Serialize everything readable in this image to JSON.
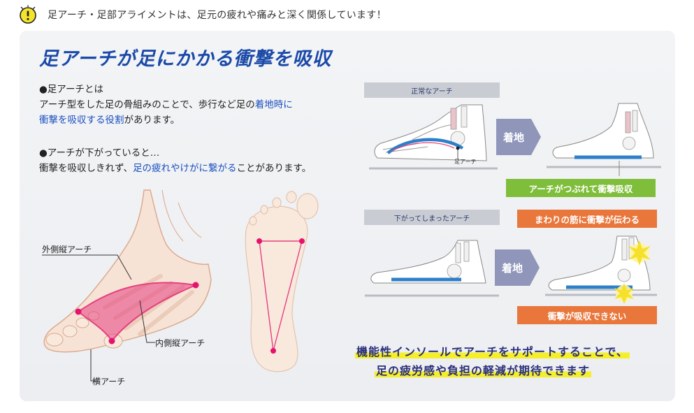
{
  "notice": {
    "icon": "exclamation-circle-icon",
    "text": "足アーチ・足部アライメントは、足元の疲れや痛みと深く関係しています！"
  },
  "title": "足アーチが足にかかる衝撃を吸収",
  "explanation": {
    "q1_heading": "●足アーチとは",
    "q1_line1_a": "アーチ型をした足の骨組みのことで、歩行など足の",
    "q1_line1_hl": "着地時に",
    "q1_line2_hl": "衝撃を吸収する役割",
    "q1_line2_b": "があります。",
    "q2_heading": "●アーチが下がっていると…",
    "q2_line_a": "衝撃を吸収しきれず、",
    "q2_line_hl": "足の疲れやけがに繋がる",
    "q2_line_b": "ことがあります。"
  },
  "foot_labels": {
    "lateral": "外側縦アーチ",
    "medial": "内側縦アーチ",
    "transverse": "横アーチ"
  },
  "normal": {
    "tab": "正常なアーチ",
    "arch_label": "足アーチ",
    "landing": "着地",
    "result": "アーチがつぶれて衝撃吸収"
  },
  "flat": {
    "tab": "下がってしまったアーチ",
    "landing": "着地",
    "top_result": "まわりの筋に衝撃が伝わる",
    "bottom_result": "衝撃が吸収できない"
  },
  "conclusion": {
    "line1": "機能性インソールでアーチをサポートすることで、",
    "line2": "足の疲労感や負担の軽減が期待できます"
  },
  "colors": {
    "title_blue": "#1a49a8",
    "highlight_blue": "#1a4fc0",
    "arch_pink": "#e5407f",
    "insole_blue": "#2d7fc8",
    "green": "#7fbe3a",
    "orange": "#e9763b",
    "yellow": "#f5ef2a",
    "notice_yellow": "#f4e52b"
  }
}
